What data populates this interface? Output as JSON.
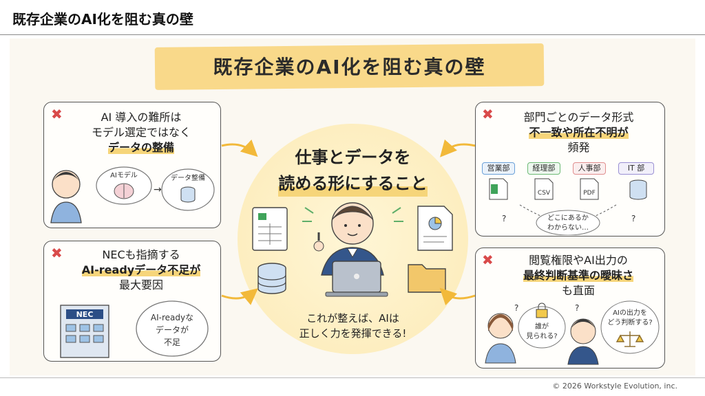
{
  "header": {
    "title": "既存企業のAI化を阻む真の壁"
  },
  "banner": {
    "text": "既存企業のAI化を阻む真の壁"
  },
  "card_top_left": {
    "line1": "AI 導入の難所は",
    "line2": "モデル選定ではなく",
    "line3": "データの整備",
    "bubble_left": "AIモデル",
    "bubble_right": "データ整備"
  },
  "card_bottom_left": {
    "line1": "NECも指摘する",
    "line2": "AI-readyデータ不足が",
    "line3": "最大要因",
    "building_label": "NEC",
    "bubble_line1": "AI-readyな",
    "bubble_line2": "データが",
    "bubble_line3": "不足"
  },
  "card_top_right": {
    "line1": "部門ごとのデータ形式",
    "line2": "不一致や所在不明が",
    "line3": "頻発",
    "tags": [
      "営業部",
      "経理部",
      "人事部",
      "IT 部"
    ],
    "file_labels": [
      "CSV",
      "PDF"
    ],
    "question": "?",
    "bubble_line1": "どこにあるか",
    "bubble_line2": "わからない…"
  },
  "card_bottom_right": {
    "line1": "閲覧権限やAI出力の",
    "line2": "最終判断基準の曖昧さ",
    "line3": "も直面",
    "bubble_left_1": "誰が",
    "bubble_left_2": "見られる?",
    "bubble_right_1": "AIの出力を",
    "bubble_right_2": "どう判断する?",
    "question": "?"
  },
  "center": {
    "title_line1": "仕事とデータを",
    "title_line2": "読める形にすること",
    "foot_line1": "これが整えば、AIは",
    "foot_line2": "正しく力を発揮できる!"
  },
  "footer": {
    "copyright": "© 2026 Workstyle Evolution, inc."
  },
  "colors": {
    "accent_yellow": "#f9d98a",
    "x_red": "#d94a4a",
    "arrow_orange": "#f2b93a"
  },
  "icons": [
    "x-icon",
    "brain-icon",
    "database-icon",
    "spreadsheet-icon",
    "document-icon",
    "folder-icon",
    "laptop-icon",
    "lock-icon",
    "scale-icon",
    "building-icon"
  ]
}
